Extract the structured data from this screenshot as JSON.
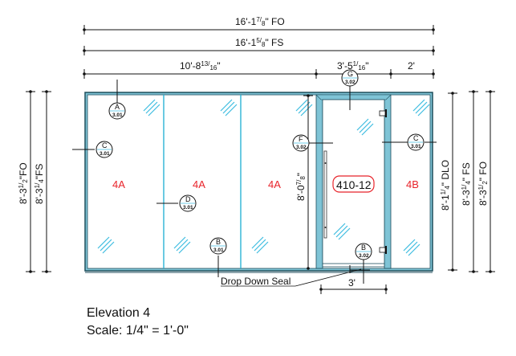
{
  "colors": {
    "frame_outer": "#1f4e5c",
    "frame_fill": "#7fc4d6",
    "mullion": "#2ab3d6",
    "glass_hatch": "#3fbde0",
    "glass_tag": "#e8232a",
    "door_tag_border": "#e8232a",
    "line": "#111111"
  },
  "dimensions": {
    "top": {
      "overall_fo": {
        "main": "16'-1",
        "num": "7",
        "den": "8",
        "suffix": "\" FO"
      },
      "overall_fs": {
        "main": "16'-1",
        "num": "5",
        "den": "8",
        "suffix": "\" FS"
      },
      "segment_fixed": {
        "main": "10'-8",
        "num": "13",
        "den": "16",
        "suffix": "\""
      },
      "segment_door": {
        "main": "3'-5",
        "num": "1",
        "den": "16",
        "suffix": "\""
      },
      "segment_sidelite": {
        "main": "2'",
        "num": "",
        "den": "",
        "suffix": ""
      }
    },
    "left": {
      "height_fo": {
        "main": "8'-3",
        "num": "1",
        "den": "2",
        "suffix": "\"FO"
      },
      "height_fs": {
        "main": "8'-3",
        "num": "1",
        "den": "4",
        "suffix": "\"FS"
      }
    },
    "right": {
      "height_dlo": {
        "main": "8'-1",
        "num": "1",
        "den": "4",
        "suffix": "\" DLO"
      },
      "height_fs": {
        "main": "8'-3",
        "num": "1",
        "den": "4",
        "suffix": "\" FS"
      },
      "height_fo": {
        "main": "8'-3",
        "num": "1",
        "den": "2",
        "suffix": "\" FO"
      }
    },
    "door_height": {
      "main": "8'-0",
      "num": "7",
      "den": "8",
      "suffix": "\""
    },
    "door_width": "3'"
  },
  "glass_tags": [
    "4A",
    "4A",
    "4A",
    "4B"
  ],
  "door_tag": "410-12",
  "detail_bubbles": [
    {
      "id": "A",
      "sheet": "3.01"
    },
    {
      "id": "C",
      "sheet": "3.01"
    },
    {
      "id": "D",
      "sheet": "3.01"
    },
    {
      "id": "B",
      "sheet": "3.01"
    },
    {
      "id": "F",
      "sheet": "3.02"
    },
    {
      "id": "G",
      "sheet": "3.02"
    },
    {
      "id": "C",
      "sheet": "3.01"
    },
    {
      "id": "B",
      "sheet": "3.02"
    }
  ],
  "notes": {
    "drop_down_seal": "Drop Down Seal"
  },
  "title_block": {
    "title": "Elevation 4",
    "scale": "Scale: 1/4\" = 1'-0\""
  }
}
